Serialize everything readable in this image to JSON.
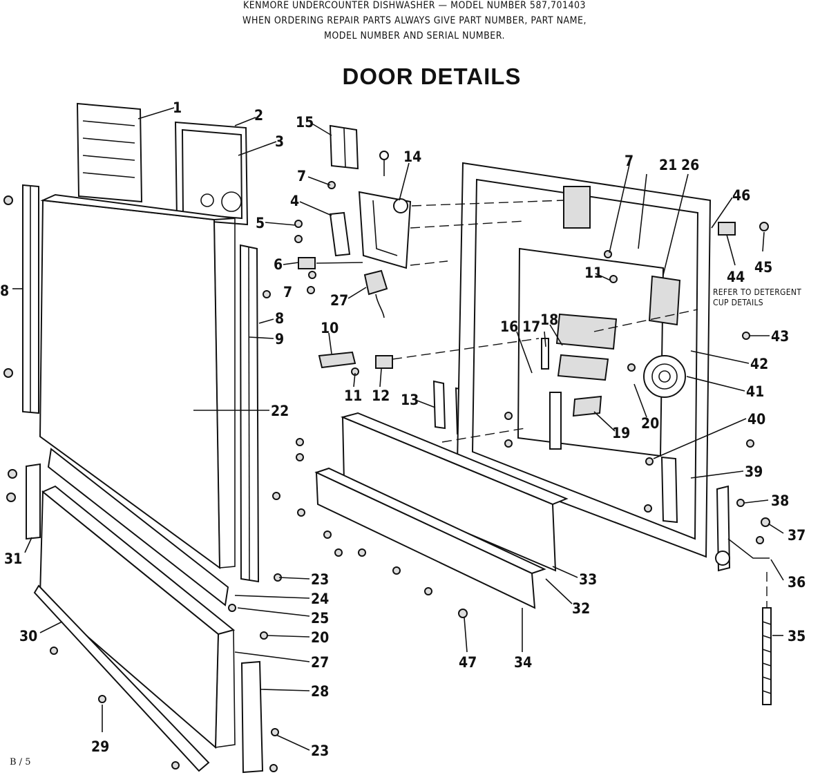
{
  "header": {
    "line1": "KENMORE UNDERCOUNTER DISHWASHER — MODEL NUMBER 587,701403",
    "line2": "WHEN ORDERING REPAIR PARTS ALWAYS GIVE PART NUMBER, PART NAME,",
    "line3": "MODEL NUMBER AND SERIAL NUMBER."
  },
  "title": "DOOR DETAILS",
  "note": {
    "line1": "REFER TO DETERGENT",
    "line2": "CUP DETAILS"
  },
  "figure_code": "B / 5",
  "callouts": {
    "c1": "1",
    "c2": "2",
    "c3": "3",
    "c4": "4",
    "c5": "5",
    "c6": "6",
    "c7a": "7",
    "c7b": "7",
    "c7c": "7",
    "c8a": "8",
    "c8b": "8",
    "c9": "9",
    "c10": "10",
    "c11a": "11",
    "c11b": "11",
    "c12": "12",
    "c13": "13",
    "c14": "14",
    "c15": "15",
    "c16": "16",
    "c17": "17",
    "c18": "18",
    "c19": "19",
    "c20a": "20",
    "c20b": "20",
    "c21": "21",
    "c22": "22",
    "c23a": "23",
    "c23b": "23",
    "c24": "24",
    "c25": "25",
    "c26": "26",
    "c27a": "27",
    "c27b": "27",
    "c28": "28",
    "c29": "29",
    "c30": "30",
    "c31": "31",
    "c32": "32",
    "c33": "33",
    "c34": "34",
    "c35": "35",
    "c36": "36",
    "c37": "37",
    "c38": "38",
    "c39": "39",
    "c40": "40",
    "c41": "41",
    "c42": "42",
    "c43": "43",
    "c44": "44",
    "c45": "45",
    "c46": "46",
    "c47": "47"
  }
}
